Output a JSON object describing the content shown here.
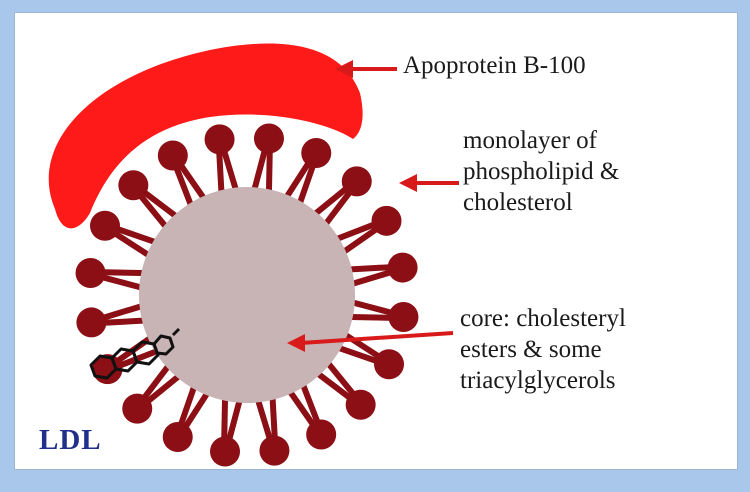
{
  "labels": {
    "apoprotein": "Apoprotein B-100",
    "monolayer": [
      "monolayer of",
      "phospholipid &",
      "cholesterol"
    ],
    "core": [
      "core: cholesteryl",
      "esters & some",
      "triacylglycerols"
    ],
    "particle": "LDL"
  },
  "colors": {
    "apoprotein": "#ff1a1a",
    "phospholipid": "#8b0f14",
    "core": "#c8b3b5",
    "arrow": "#d81a1a",
    "particle_label": "#1f2f8a",
    "background": "#a9c7ea"
  }
}
